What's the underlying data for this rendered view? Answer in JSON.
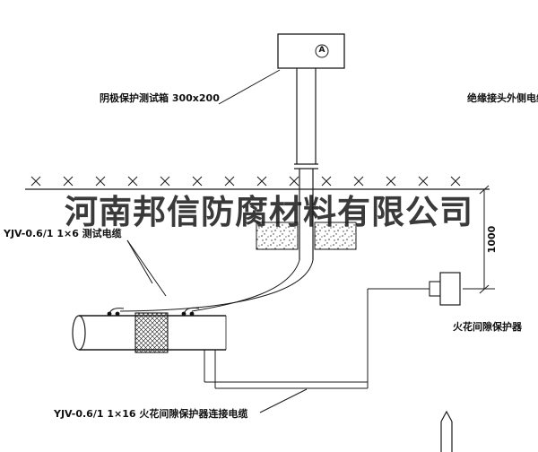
{
  "drawing": {
    "watermark": "河南邦信防腐材料有限公司",
    "labels": {
      "test_box": "阴极保护测试箱 300x200",
      "insulated_joint_cable": "绝缘接头外侧电缆",
      "test_cable": "YJV-0.6/1 1×6  测试电缆",
      "spark_gap": "火花间隙保护器",
      "bottom_cable": "YJV-0.6/1 1×16  火花间隙保护器连接电缆",
      "dimension": "1000",
      "box_letter": "A"
    },
    "colors": {
      "line": "#1a1a1a",
      "background": "#ffffff",
      "watermark": "#1f1f1f"
    }
  }
}
